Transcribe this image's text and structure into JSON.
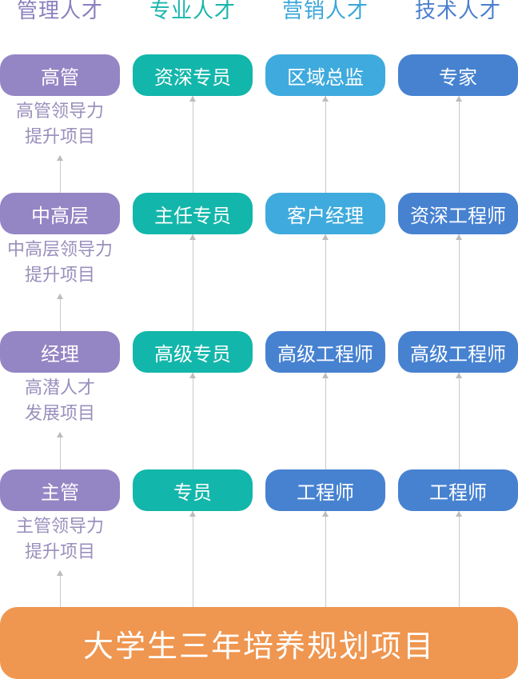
{
  "columns": [
    {
      "header": "管理人才",
      "header_color": "#8a80bd",
      "node_color": "#9485c4",
      "levels": [
        "高管",
        "中高层",
        "经理",
        "主管"
      ]
    },
    {
      "header": "专业人才",
      "header_color": "#19b5ab",
      "node_color": "#13b6aa",
      "levels": [
        "资深专员",
        "主任专员",
        "高级专员",
        "专员"
      ]
    },
    {
      "header": "营销人才",
      "header_color": "#3aa6d8",
      "node_color": "#3faadd",
      "levels": [
        "区域总监",
        "客户经理",
        "高级工程师",
        "工程师"
      ]
    },
    {
      "header": "技术人才",
      "header_color": "#4a7fcd",
      "node_color": "#4782d1",
      "levels": [
        "专家",
        "资深工程师",
        "高级工程师",
        "工程师"
      ]
    }
  ],
  "program_labels": [
    [
      "高管领导力",
      "提升项目"
    ],
    [
      "中高层领导力",
      "提升项目"
    ],
    [
      "高潜人才",
      "发展项目"
    ],
    [
      "主管领导力",
      "提升项目"
    ]
  ],
  "base_program": "大学生三年培养规划项目",
  "base_color": "#ef9650"
}
